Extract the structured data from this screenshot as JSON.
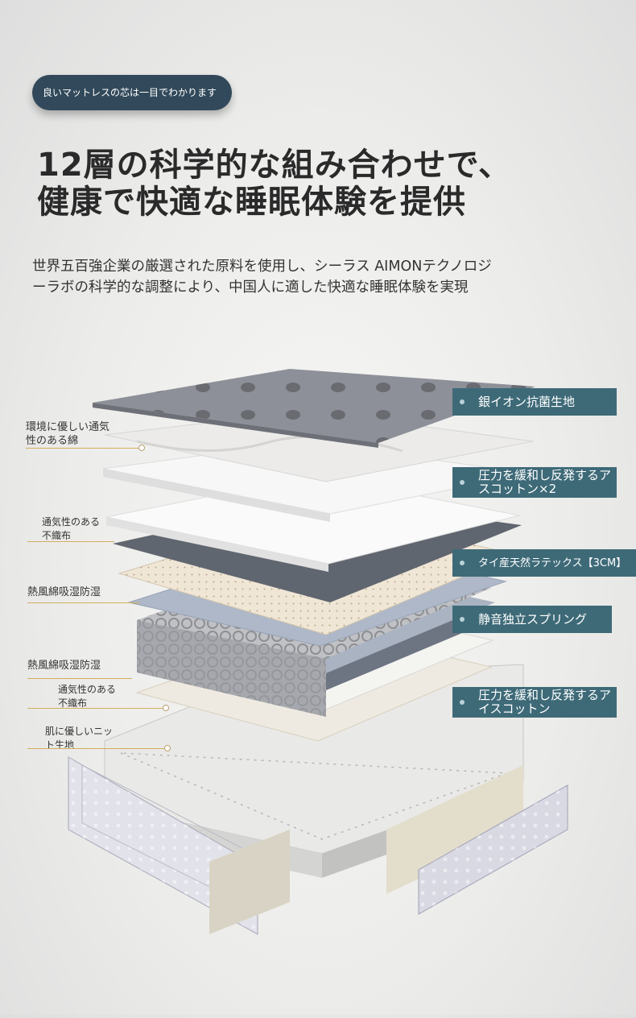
{
  "badge": {
    "text": "良いマットレスの芯は一目でわかります"
  },
  "headline": {
    "line1": "12層の科学的な組み合わせで、",
    "line2": "健康で快適な睡眠体験を提供"
  },
  "subtitle": {
    "line1": "世界五百強企業の厳選された原料を使用し、シーラス AIMONテクノロジ",
    "line2": "ーラボの科学的な調整により、中国人に適した快適な睡眠体験を実現"
  },
  "right_labels": [
    {
      "lines": [
        "銀イオン抗菌生地"
      ]
    },
    {
      "lines": [
        "圧力を緩和し反発するア",
        "スコットン×2"
      ]
    },
    {
      "lines": [
        "タイ産天然ラテックス【3CM】"
      ]
    },
    {
      "lines": [
        "静音独立スプリング"
      ]
    },
    {
      "lines": [
        "圧力を緩和し反発するア",
        "イスコットン"
      ]
    }
  ],
  "left_labels": [
    {
      "lines": [
        "環境に優しい通気",
        "性のある綿"
      ]
    },
    {
      "lines": [
        "通気性のある",
        "不織布"
      ]
    },
    {
      "lines": [
        "熱風綿吸湿防湿"
      ]
    },
    {
      "lines": [
        "熱風綿吸湿防湿"
      ]
    },
    {
      "lines": [
        "通気性のある",
        "不織布"
      ]
    },
    {
      "lines": [
        "肌に優しいニッ",
        "ト生地"
      ]
    }
  ],
  "colors": {
    "badge_bg": "#31495a",
    "label_bg": "#3e6a78",
    "accent_line": "#d2ae5f",
    "headline_text": "#2a2a2a"
  }
}
